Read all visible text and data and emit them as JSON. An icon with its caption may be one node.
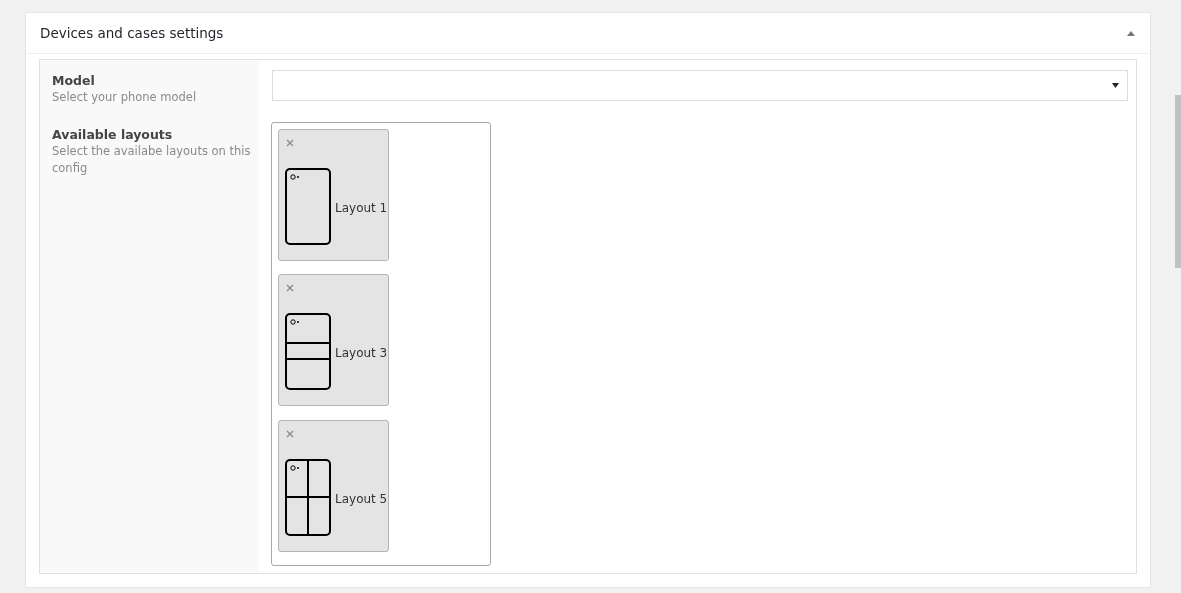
{
  "diagram": {
    "nodes": [
      {
        "text": [
          "Devices and cases settings"
        ]
      },
      {
        "text": [
          "Model",
          "Select your phone model"
        ],
        "in": 0
      },
      {
        "text": [],
        "shape": "box",
        "in": 0
      },
      {
        "text": [
          "Available layouts",
          "Select the availabe layouts on this config"
        ],
        "in": 0
      },
      {
        "text": [],
        "shape": "box",
        "in": 0
      },
      {
        "text": [
          "Layout 1"
        ],
        "in": 4
      },
      {
        "text": [
          "Layout 3"
        ],
        "in": 4
      },
      {
        "text": [
          "Layout 5"
        ],
        "in": 4
      }
    ],
    "edges": []
  }
}
